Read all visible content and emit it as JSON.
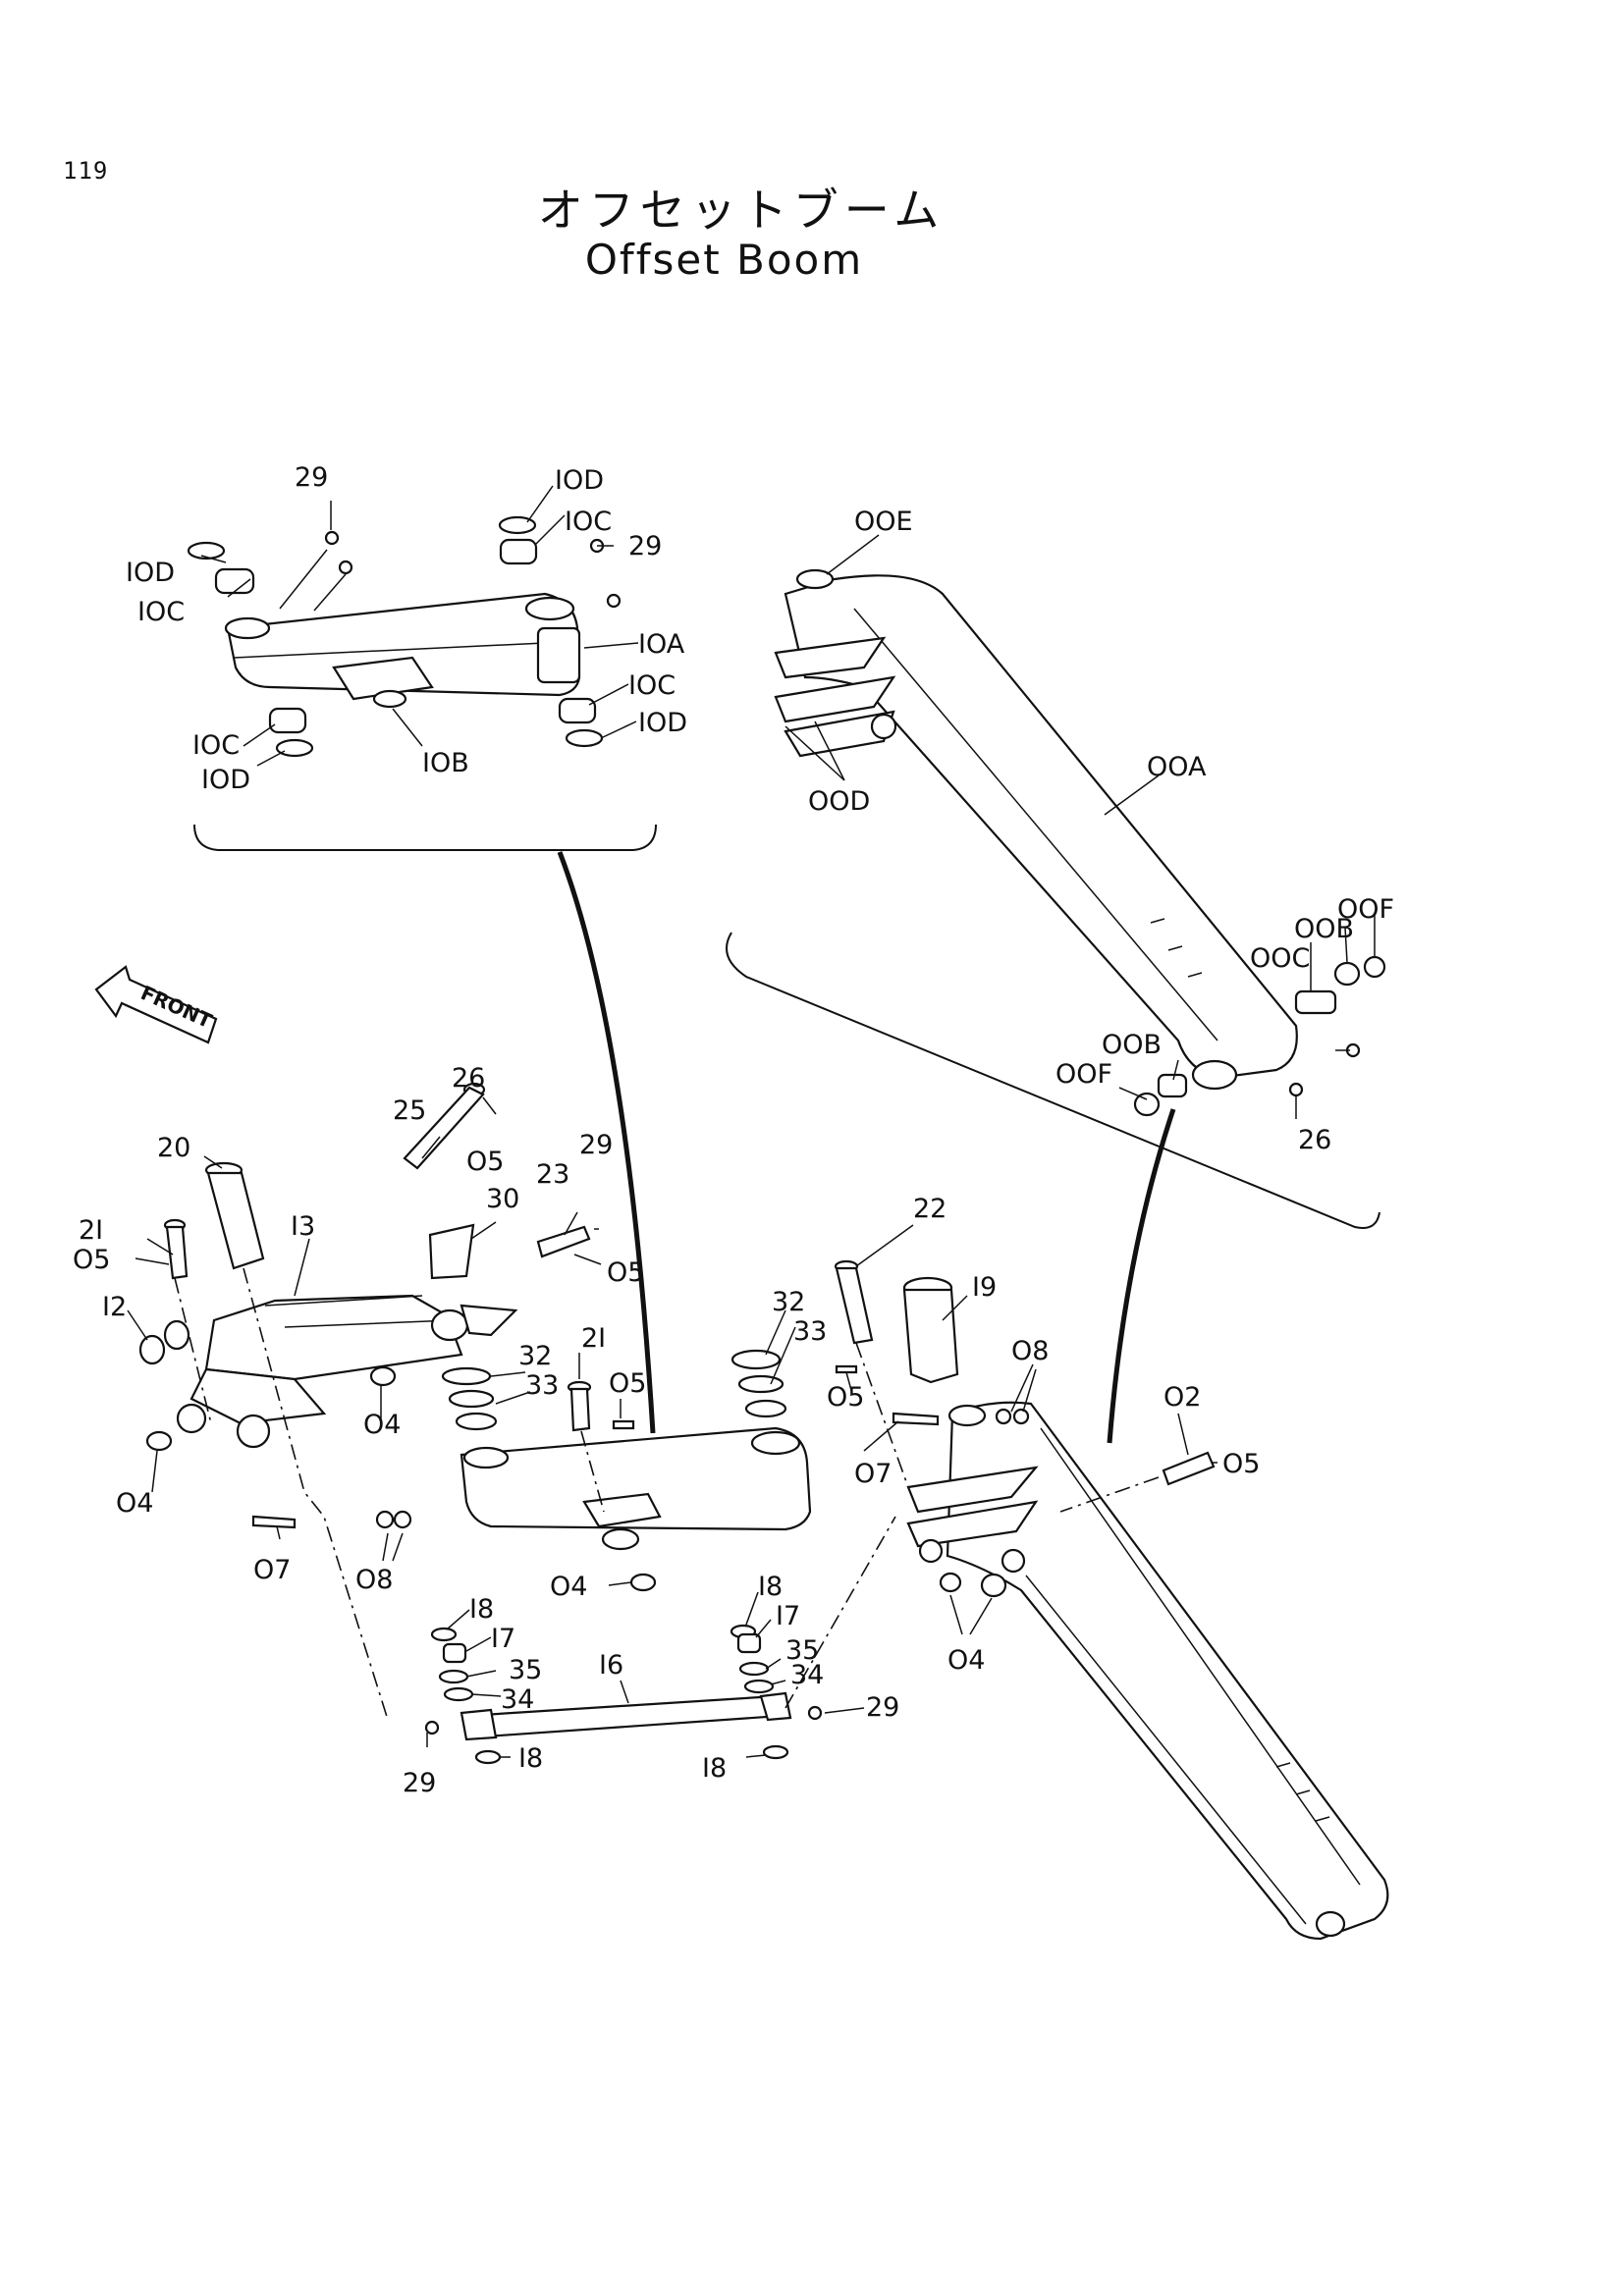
{
  "page_number": "119",
  "title_japanese": "オフセットブーム",
  "title_english": "Offset Boom",
  "direction_label": "FRONT",
  "callouts": {
    "l_29a": "29",
    "l_10Da": "IOD",
    "l_10Ca": "IOC",
    "l_29b": "29",
    "l_10Db": "IOD",
    "l_10Cb": "IOC",
    "l_10A": "IOA",
    "l_10Cc": "IOC",
    "l_10Dc": "IOD",
    "l_10Cd": "IOC",
    "l_10Dd": "IOD",
    "l_10B": "IOB",
    "l_00E": "OOE",
    "l_00D": "OOD",
    "l_00A": "OOA",
    "l_00Fa": "OOF",
    "l_00Ba": "OOB",
    "l_00C": "OOC",
    "l_00Bb": "OOB",
    "l_00Fb": "OOF",
    "l_26a": "26",
    "l_20": "20",
    "l_21a": "2I",
    "l_05a": "O5",
    "l_12": "I2",
    "l_13": "I3",
    "l_04a": "O4",
    "l_07a": "O7",
    "l_08a": "O8",
    "l_04b": "O4",
    "l_25": "25",
    "l_26b": "26",
    "l_05b": "O5",
    "l_30": "30",
    "l_23": "23",
    "l_29c": "29",
    "l_05c": "O5",
    "l_32a": "32",
    "l_33a": "33",
    "l_21b": "2I",
    "l_05d": "O5",
    "l_04c": "O4",
    "l_22": "22",
    "l_19": "I9",
    "l_32b": "32",
    "l_33b": "33",
    "l_05e": "O5",
    "l_07b": "O7",
    "l_08b": "O8",
    "l_02": "O2",
    "l_05f": "O5",
    "l_04d": "O4",
    "l_18a": "I8",
    "l_17a": "I7",
    "l_35a": "35",
    "l_34a": "34",
    "l_16": "I6",
    "l_29d": "29",
    "l_18b": "I8",
    "l_18c": "I8",
    "l_17b": "I7",
    "l_35b": "35",
    "l_34b": "34",
    "l_29e": "29",
    "l_18d": "I8"
  }
}
